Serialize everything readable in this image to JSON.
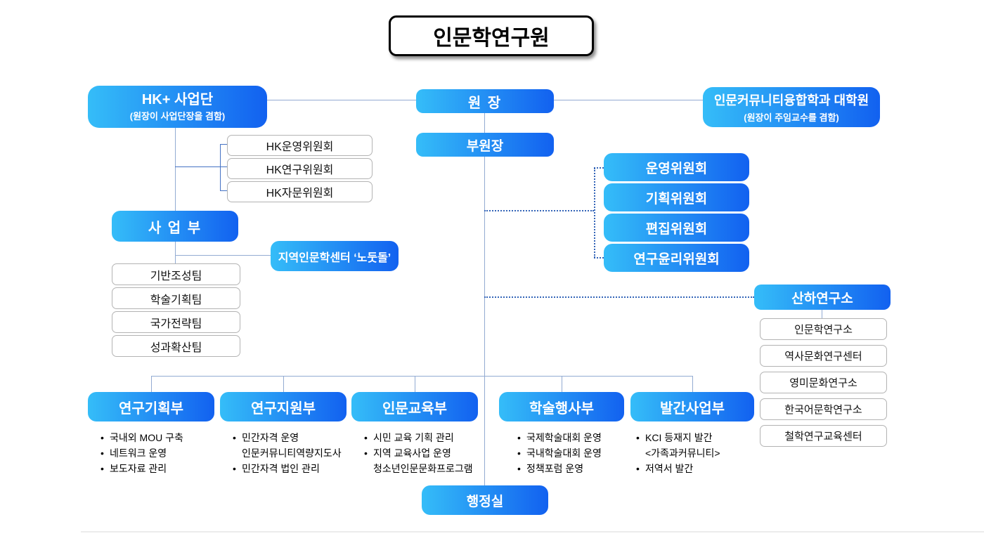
{
  "title": "인문학연구원",
  "top": {
    "hk_group": {
      "prefix": "HK+ ",
      "name": "사업단",
      "sub": "(원장이 사업단장을 겸함)"
    },
    "director": "원  장",
    "grad_school": {
      "name": "인문커뮤니티융합학과 대학원",
      "sub": "(원장이 주임교수를 겸함)"
    },
    "vice_director": "부원장"
  },
  "hk_committees": [
    {
      "label": "HK운영위원회"
    },
    {
      "label": "HK연구위원회"
    },
    {
      "label": "HK자문위원회"
    }
  ],
  "business": {
    "dept": "사 업 부",
    "regional_center": "지역인문학센터 ‘노둣돌’",
    "teams": [
      {
        "label": "기반조성팀"
      },
      {
        "label": "학술기획팀"
      },
      {
        "label": "국가전략팀"
      },
      {
        "label": "성과확산팀"
      }
    ]
  },
  "committees": [
    {
      "label": "운영위원회"
    },
    {
      "label": "기획위원회"
    },
    {
      "label": "편집위원회"
    },
    {
      "label": "연구윤리위원회"
    }
  ],
  "affiliated": {
    "head": "산하연구소",
    "institutes": [
      {
        "label": "인문학연구소"
      },
      {
        "label": "역사문화연구센터"
      },
      {
        "label": "영미문화연구소"
      },
      {
        "label": "한국어문학연구소"
      },
      {
        "label": "철학연구교육센터"
      }
    ]
  },
  "departments": [
    {
      "label": "연구기획부",
      "tasks": [
        {
          "b": "•",
          "text": "국내외 MOU 구축"
        },
        {
          "b": "•",
          "text": "네트워크 운영"
        },
        {
          "b": "•",
          "text": "보도자료 관리"
        }
      ]
    },
    {
      "label": "연구지원부",
      "tasks": [
        {
          "b": "•",
          "text": "민간자격 운영"
        },
        {
          "b": "",
          "text": "인문커뮤니티역량지도사"
        },
        {
          "b": "•",
          "text": "민간자격 법인 관리"
        }
      ]
    },
    {
      "label": "인문교육부",
      "tasks": [
        {
          "b": "•",
          "text": "시민 교육 기획 관리"
        },
        {
          "b": "•",
          "text": "지역 교육사업 운영"
        },
        {
          "b": "",
          "text": "청소년인문문화프로그램"
        }
      ]
    },
    {
      "label": "학술행사부",
      "tasks": [
        {
          "b": "•",
          "text": "국제학술대회 운영"
        },
        {
          "b": "•",
          "text": "국내학술대회 운영"
        },
        {
          "b": "•",
          "text": "정책포럼 운영"
        }
      ]
    },
    {
      "label": "발간사업부",
      "tasks": [
        {
          "b": "•",
          "text": "KCI 등재지 발간"
        },
        {
          "b": "",
          "text": "<가족과커뮤니티>"
        },
        {
          "b": "•",
          "text": "저역서 발간"
        }
      ]
    }
  ],
  "admin_office": "행정실",
  "colors": {
    "gradient_start": "#35bdf8",
    "gradient_end": "#1261f0",
    "connector": "#93abd2",
    "bracket": "#4472c4",
    "dotted": "#3465b8"
  }
}
